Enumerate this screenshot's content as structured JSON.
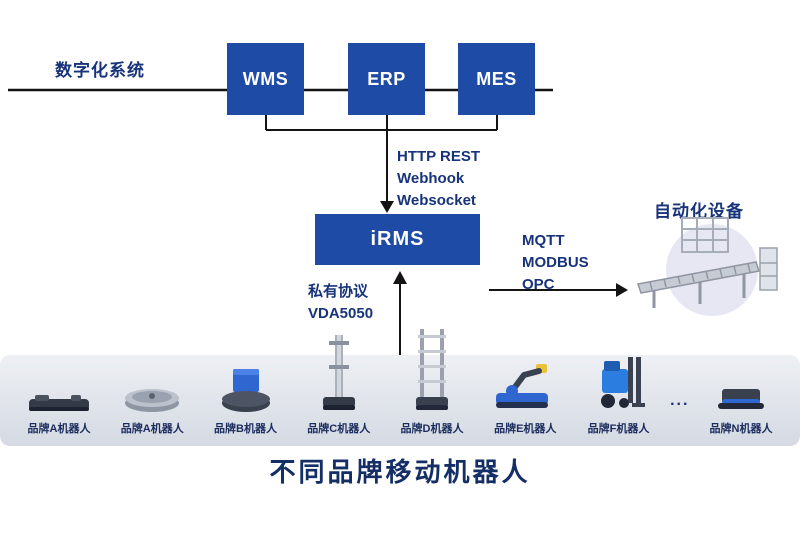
{
  "diagram": {
    "digital_systems_label": "数字化系统",
    "boxes": {
      "wms": "WMS",
      "erp": "ERP",
      "mes": "MES",
      "irms": "iRMS"
    },
    "south_protocols": {
      "line1": "HTTP REST",
      "line2": "Webhook",
      "line3": "Websocket"
    },
    "east_protocols": {
      "line1": "MQTT",
      "line2": "MODBUS",
      "line3": "OPC"
    },
    "robot_protocol": {
      "line1": "私有协议",
      "line2": "VDA5050"
    },
    "automation_label": "自动化设备",
    "robots": [
      {
        "label": "品牌A机器人"
      },
      {
        "label": "品牌A机器人"
      },
      {
        "label": "品牌B机器人"
      },
      {
        "label": "品牌C机器人"
      },
      {
        "label": "品牌D机器人"
      },
      {
        "label": "品牌E机器人"
      },
      {
        "label": "品牌F机器人"
      },
      {
        "label": "品牌N机器人"
      }
    ],
    "ellipsis": "...",
    "bottom_title": "不同品牌移动机器人",
    "colors": {
      "primary_blue": "#1e4ba6",
      "text_navy": "#17337a",
      "title_navy": "#142e66"
    }
  }
}
